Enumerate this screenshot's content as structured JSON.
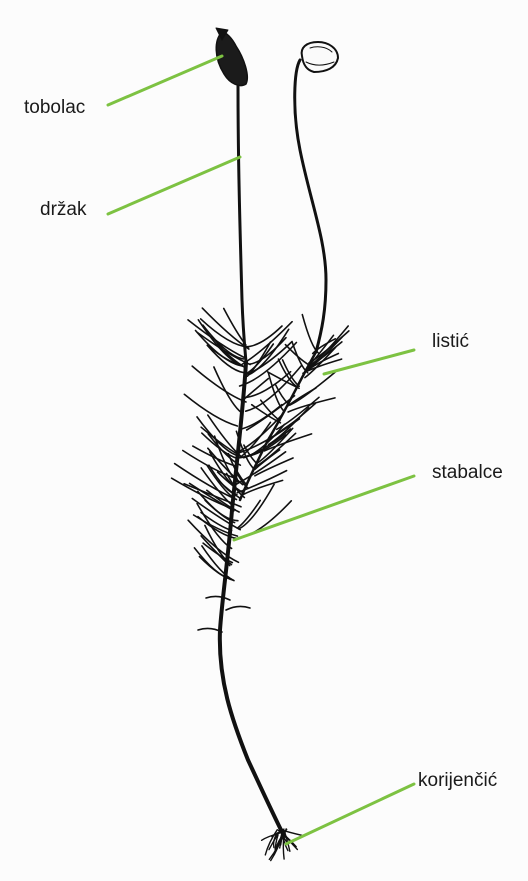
{
  "diagram": {
    "leader_line_color": "#7dc242",
    "drawing_color": "#111111",
    "labels": {
      "tobolac": "tobolac",
      "drzak": "držak",
      "listic": "listić",
      "stabalce": "stabalce",
      "korijencic": "korijenčić"
    }
  }
}
